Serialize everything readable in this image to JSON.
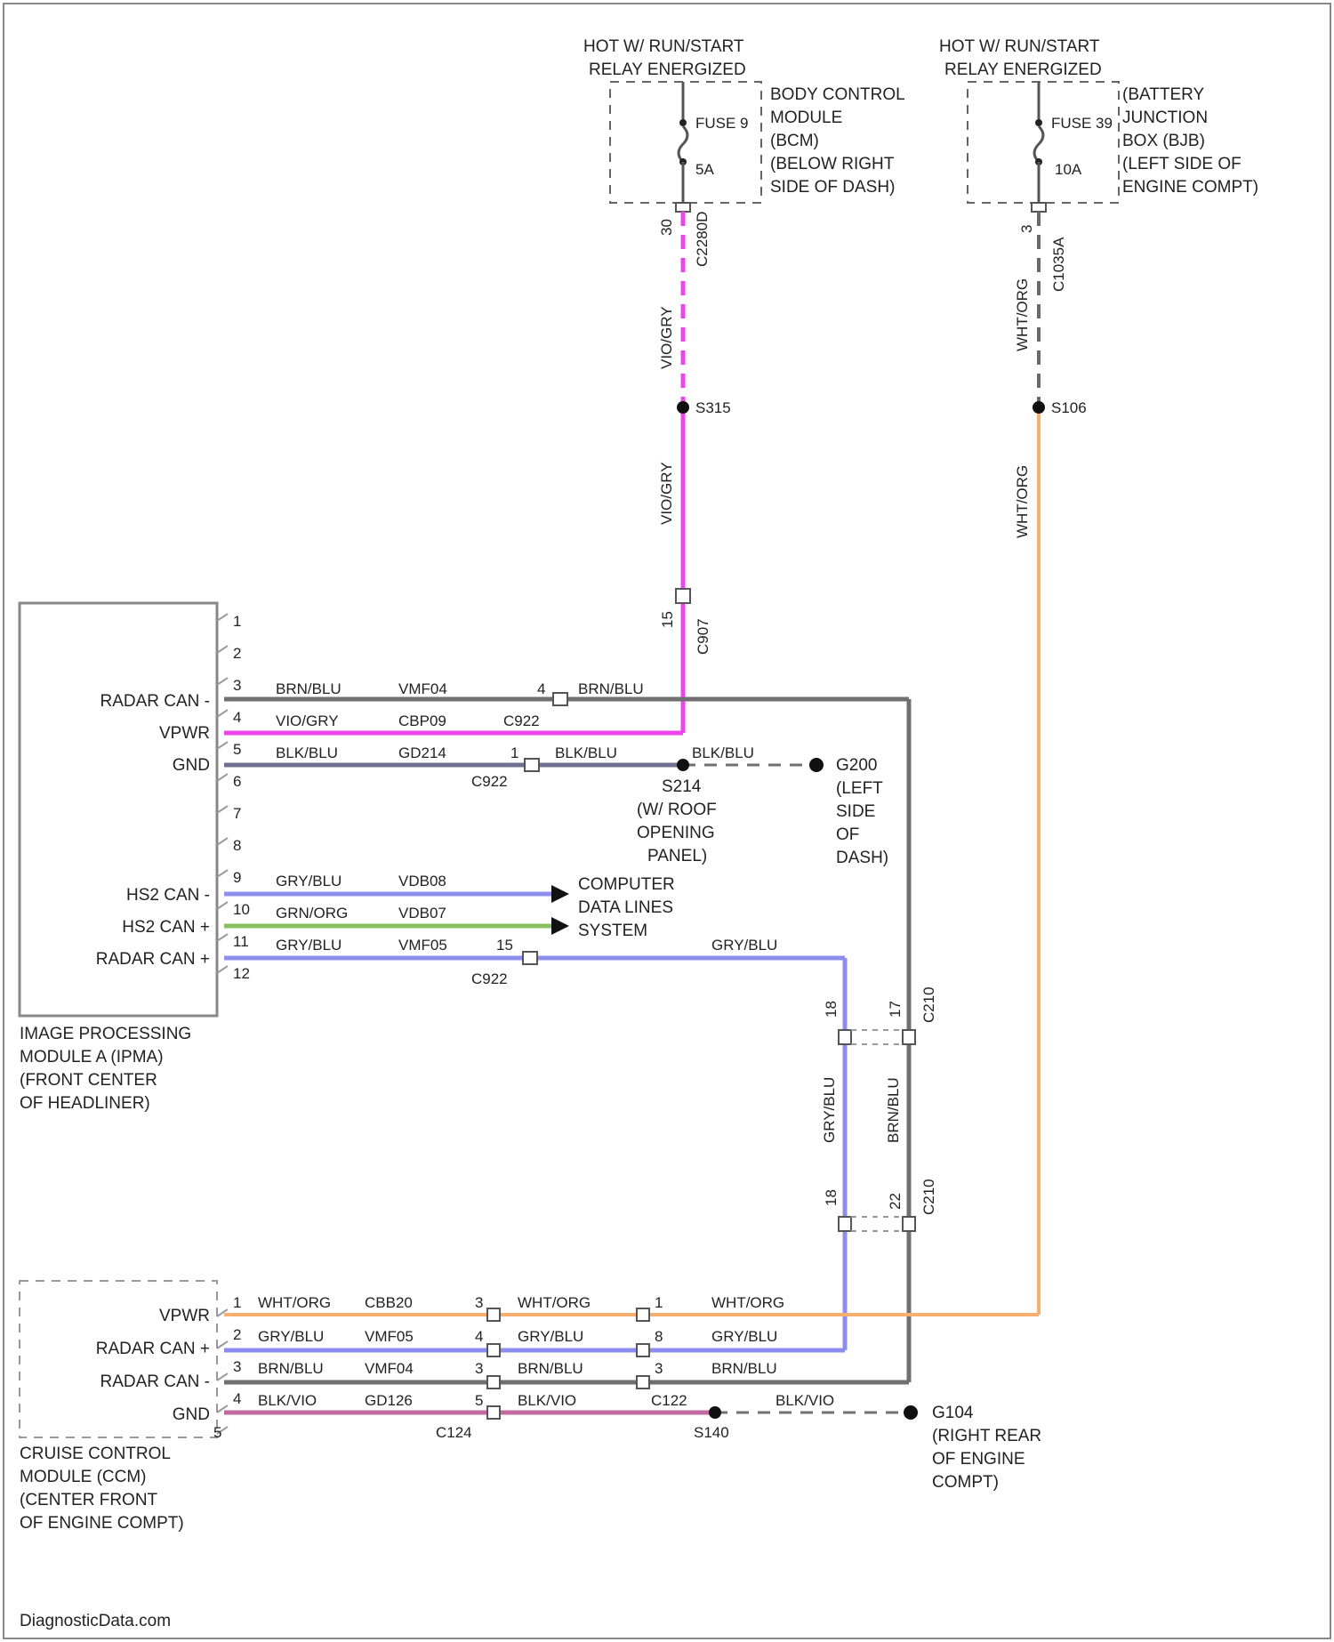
{
  "fuse_boxes": {
    "bcm": {
      "supply": [
        "HOT W/ RUN/START",
        "RELAY ENERGIZED"
      ],
      "fuse": "FUSE 9",
      "rating": "5A",
      "location": [
        "BODY CONTROL",
        "MODULE",
        "(BCM)",
        "(BELOW RIGHT",
        "SIDE OF DASH)"
      ],
      "pin": "30",
      "connector": "C2280D"
    },
    "bjb": {
      "supply": [
        "HOT W/ RUN/START",
        "RELAY ENERGIZED"
      ],
      "fuse": "FUSE 39",
      "rating": "10A",
      "location": [
        "(BATTERY",
        "JUNCTION",
        "BOX (BJB)",
        "(LEFT SIDE OF",
        "ENGINE COMPT)"
      ],
      "pin": "3",
      "connector": "C1035A"
    }
  },
  "wires": {
    "pink_upper": "VIO/GRY",
    "pink_lower": "VIO/GRY",
    "orange_upper": "WHT/ORG",
    "orange_lower": "WHT/ORG",
    "gry_blu_vertical": "GRY/BLU",
    "brn_blu_vertical": "BRN/BLU"
  },
  "splices": {
    "s315": "S315",
    "s106": "S106",
    "s214": "S214",
    "s140": "S140"
  },
  "c907": {
    "pin": "15",
    "name": "C907"
  },
  "ipma": {
    "pins": [
      "1",
      "2",
      "3",
      "4",
      "5",
      "6",
      "7",
      "8",
      "9",
      "10",
      "11",
      "12"
    ],
    "labels": {
      "radar_can_minus": "RADAR CAN -",
      "vpwr": "VPWR",
      "gnd": "GND",
      "hs2_can_minus": "HS2 CAN -",
      "hs2_can_plus": "HS2 CAN +",
      "radar_can_plus": "RADAR CAN +"
    },
    "name": [
      "IMAGE PROCESSING",
      "MODULE A (IPMA)",
      "(FRONT CENTER",
      "OF HEADLINER)"
    ]
  },
  "ipma_wires": {
    "row3": {
      "color": "BRN/BLU",
      "circuit": "VMF04",
      "pin": "4",
      "color2": "BRN/BLU"
    },
    "row4": {
      "color": "VIO/GRY",
      "circuit": "CBP09",
      "conn": "C922"
    },
    "row5": {
      "color": "BLK/BLU",
      "circuit": "GD214",
      "pin": "1",
      "color2": "BLK/BLU",
      "conn": "C922",
      "color3": "BLK/BLU"
    },
    "row9": {
      "color": "GRY/BLU",
      "circuit": "VDB08"
    },
    "row10": {
      "color": "GRN/ORG",
      "circuit": "VDB07"
    },
    "row11": {
      "color": "GRY/BLU",
      "circuit": "VMF05",
      "pin": "15",
      "color2": "GRY/BLU",
      "conn": "C922"
    }
  },
  "s214_text": [
    "S214",
    "(W/ ROOF",
    "OPENING",
    "PANEL)"
  ],
  "g200_text": [
    "G200",
    "(LEFT",
    "SIDE",
    "OF",
    "DASH)"
  ],
  "cdl_text": [
    "COMPUTER",
    "DATA LINES",
    "SYSTEM"
  ],
  "c210": {
    "top": {
      "name": "C210",
      "pin_gry": "18",
      "pin_brn": "17"
    },
    "bottom": {
      "name": "C210",
      "pin_gry": "18",
      "pin_brn": "22"
    }
  },
  "ccm": {
    "pins": [
      "1",
      "2",
      "3",
      "4",
      "5"
    ],
    "labels": {
      "vpwr": "VPWR",
      "radar_can_plus": "RADAR CAN +",
      "radar_can_minus": "RADAR CAN -",
      "gnd": "GND"
    },
    "name": [
      "CRUISE CONTROL",
      "MODULE (CCM)",
      "(CENTER FRONT",
      "OF ENGINE COMPT)"
    ]
  },
  "ccm_wires": {
    "row1": {
      "color": "WHT/ORG",
      "circuit": "CBB20",
      "pin": "3",
      "color2": "WHT/ORG",
      "pin2": "1",
      "color3": "WHT/ORG"
    },
    "row2": {
      "color": "GRY/BLU",
      "circuit": "VMF05",
      "pin": "4",
      "color2": "GRY/BLU",
      "pin2": "8",
      "color3": "GRY/BLU"
    },
    "row3": {
      "color": "BRN/BLU",
      "circuit": "VMF04",
      "pin": "3",
      "color2": "BRN/BLU",
      "pin2": "3",
      "color3": "BRN/BLU"
    },
    "row4": {
      "color": "BLK/VIO",
      "circuit": "GD126",
      "pin": "5",
      "color2": "BLK/VIO",
      "conn2": "C122",
      "color3": "BLK/VIO",
      "conn1": "C124"
    }
  },
  "g104_text": [
    "G104",
    "(RIGHT REAR",
    "OF ENGINE",
    "COMPT)"
  ],
  "footer": "DiagnosticData.com",
  "colors": {
    "pink": "#ee44ee",
    "orange": "#f5b070",
    "purple_blue": "#8d8df0",
    "gray": "#707070",
    "green": "#88c060",
    "ground": "#707090",
    "blk_vio": "#c06aa0"
  }
}
